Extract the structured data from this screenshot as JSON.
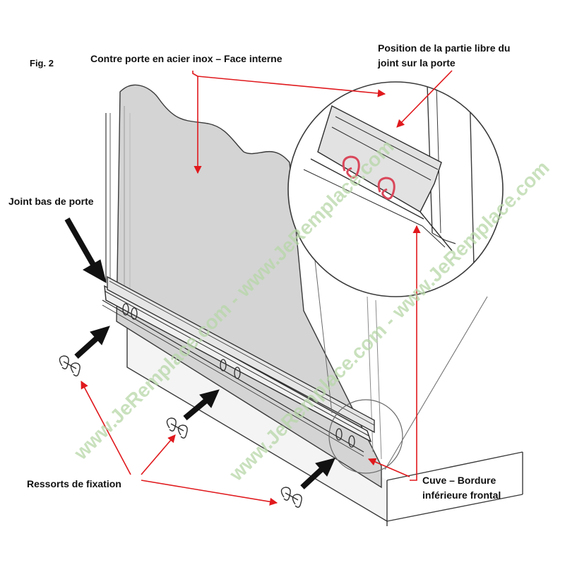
{
  "figure_label": "Fig. 2",
  "labels": {
    "contre_porte": "Contre porte en acier inox – Face interne",
    "position_line1": "Position de la partie libre du",
    "position_line2": "joint sur la porte",
    "joint_bas": "Joint  bas de porte",
    "ressorts": "Ressorts de fixation",
    "cuve_line1": "Cuve – Bordure",
    "cuve_line2": "inférieure frontal"
  },
  "watermark": "www.JeRemplace.com - www.JeRemplace.com",
  "colors": {
    "annotation_arrow": "#e0191d",
    "black_arrow": "#111111",
    "door_fill": "#d4d4d4",
    "outline": "#3a3a3a",
    "watermark": "#b7d7a8",
    "clip_color": "#d9475a"
  }
}
